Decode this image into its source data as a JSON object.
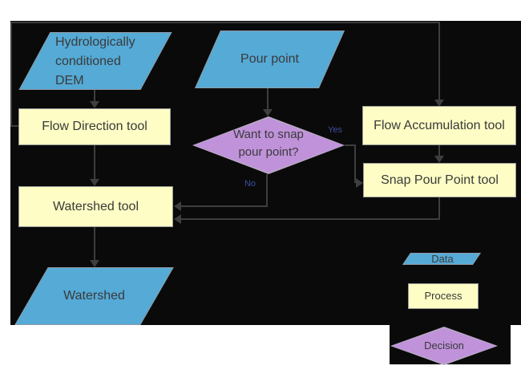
{
  "colors": {
    "page_bg": "#ffffff",
    "canvas_bg": "#0a0a0a",
    "connector": "#3e3e3e",
    "data_fill": "#55aad6",
    "process_fill": "#fdfdc5",
    "decision_fill": "#c092da",
    "decision_border": "#b9aac7",
    "data_border": "#8f9aa3",
    "process_border": "#9a9a9a",
    "text": "#3a3a3a",
    "edge_label_text": "#3d4f9e"
  },
  "nodes": {
    "dem": {
      "type": "data",
      "lines": [
        "Hydrologically",
        "conditioned",
        "DEM"
      ]
    },
    "pour_point": {
      "type": "data",
      "label": "Pour point"
    },
    "flow_direction": {
      "type": "process",
      "label": "Flow Direction tool"
    },
    "flow_accumulation": {
      "type": "process",
      "label": "Flow Accumulation tool"
    },
    "snap_decision": {
      "type": "decision",
      "lines": [
        "Want to snap",
        "pour point?"
      ]
    },
    "snap_pour_point": {
      "type": "process",
      "label": "Snap Pour Point tool"
    },
    "watershed_tool": {
      "type": "process",
      "label": "Watershed tool"
    },
    "watershed": {
      "type": "data",
      "label": "Watershed"
    }
  },
  "edge_labels": {
    "yes": "Yes",
    "no": "No"
  },
  "legend": {
    "data": "Data",
    "process": "Process",
    "decision": "Decision"
  }
}
